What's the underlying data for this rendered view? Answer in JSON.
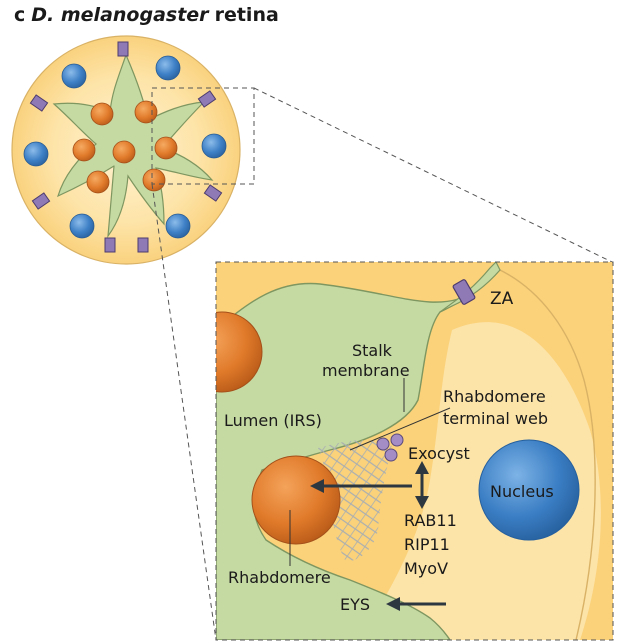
{
  "title": {
    "panel_letter": "c",
    "species": "D. melanogaster",
    "tissue": "retina"
  },
  "labels": {
    "za": "ZA",
    "stalk_line1": "Stalk",
    "stalk_line2": "membrane",
    "rhabdomere_web_line1": "Rhabdomere",
    "rhabdomere_web_line2": "terminal web",
    "lumen": "Lumen (IRS)",
    "exocyst": "Exocyst",
    "nucleus": "Nucleus",
    "rab11": "RAB11",
    "rip11": "RIP11",
    "myov": "MyoV",
    "rhabdomere": "Rhabdomere",
    "eys": "EYS"
  },
  "colors": {
    "cell_fill": "#fbd27a",
    "cell_outline": "#d9b266",
    "lumen_fill": "#c5d9a3",
    "lumen_outline": "#7e9660",
    "rhabdomere_fill": "#e07a2a",
    "nucleus_fill": "#3b7ec4",
    "junction_fill": "#8f7ab6",
    "exocyst_fill": "#a48cc4",
    "arrow": "#2d3740",
    "web_hatch": "#a8aeb2"
  }
}
